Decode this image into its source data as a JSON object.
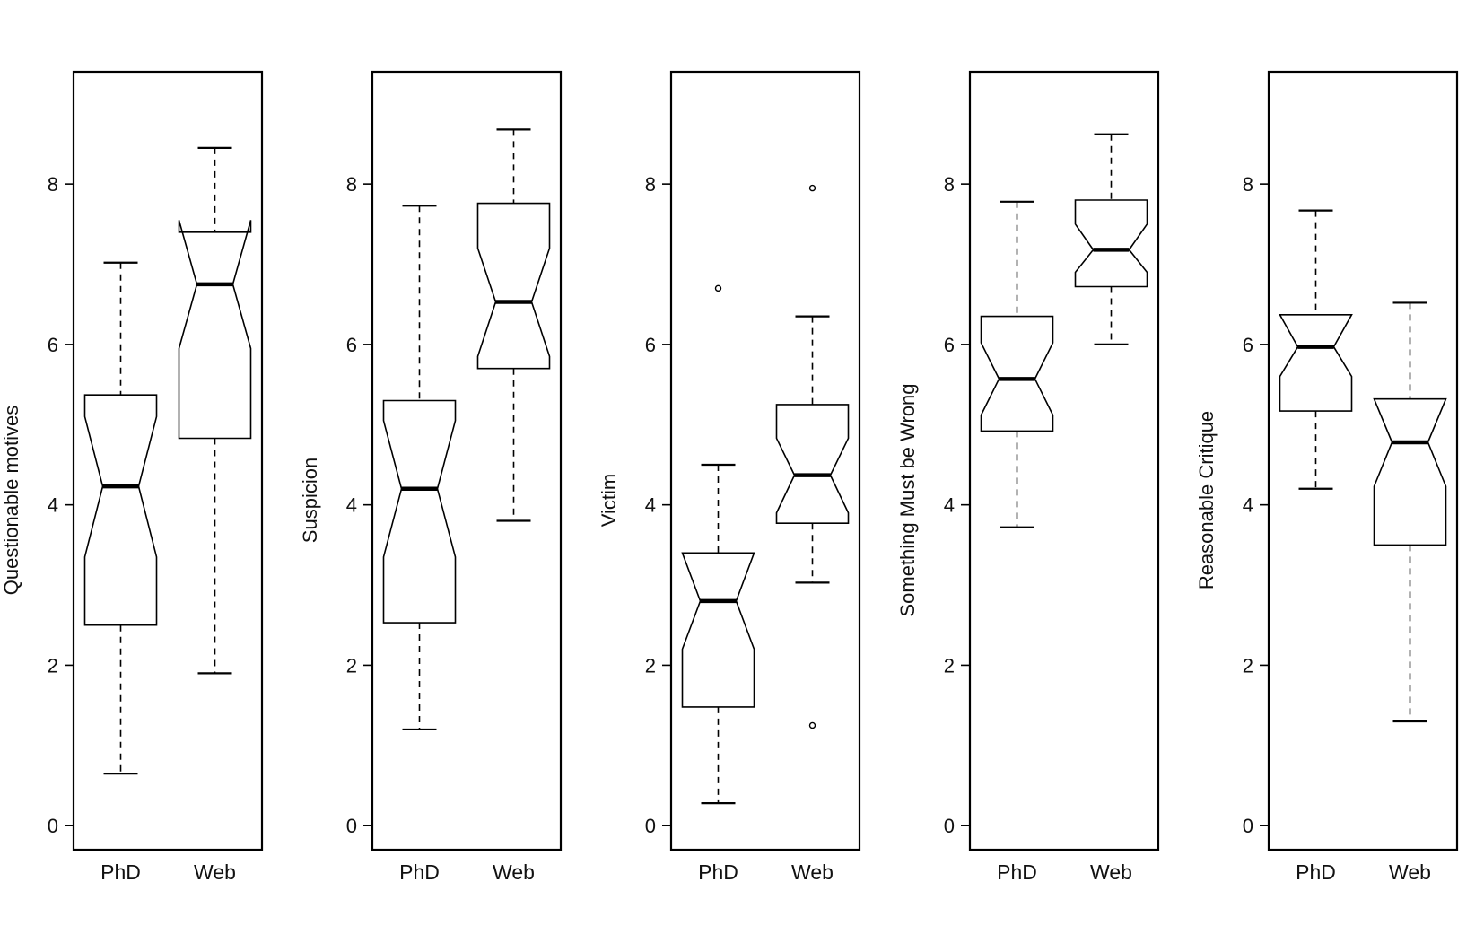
{
  "chart_data": [
    {
      "type": "boxplot",
      "ylabel": "Questionable motives",
      "categories": [
        "PhD",
        "Web"
      ],
      "ylim": [
        -0.3,
        9.4
      ],
      "yticks": [
        0,
        2,
        4,
        6,
        8
      ],
      "notched": true,
      "boxes": [
        {
          "category": "PhD",
          "whisker_low": 0.65,
          "q1": 2.5,
          "median": 4.23,
          "q3": 5.37,
          "whisker_high": 7.02,
          "notch_low": 3.35,
          "notch_high": 5.1,
          "outliers": []
        },
        {
          "category": "Web",
          "whisker_low": 1.9,
          "q1": 4.83,
          "median": 6.75,
          "q3": 7.4,
          "whisker_high": 8.45,
          "notch_low": 5.95,
          "notch_high": 7.55,
          "outliers": []
        }
      ]
    },
    {
      "type": "boxplot",
      "ylabel": "Suspicion",
      "categories": [
        "PhD",
        "Web"
      ],
      "ylim": [
        -0.3,
        9.4
      ],
      "yticks": [
        0,
        2,
        4,
        6,
        8
      ],
      "notched": true,
      "boxes": [
        {
          "category": "PhD",
          "whisker_low": 1.2,
          "q1": 2.53,
          "median": 4.2,
          "q3": 5.3,
          "whisker_high": 7.73,
          "notch_low": 3.35,
          "notch_high": 5.05,
          "outliers": []
        },
        {
          "category": "Web",
          "whisker_low": 3.8,
          "q1": 5.7,
          "median": 6.53,
          "q3": 7.76,
          "whisker_high": 8.68,
          "notch_low": 5.85,
          "notch_high": 7.2,
          "outliers": []
        }
      ]
    },
    {
      "type": "boxplot",
      "ylabel": "Victim",
      "categories": [
        "PhD",
        "Web"
      ],
      "ylim": [
        -0.3,
        9.4
      ],
      "yticks": [
        0,
        2,
        4,
        6,
        8
      ],
      "notched": true,
      "boxes": [
        {
          "category": "PhD",
          "whisker_low": 0.28,
          "q1": 1.48,
          "median": 2.8,
          "q3": 3.4,
          "whisker_high": 4.5,
          "notch_low": 2.2,
          "notch_high": 3.4,
          "outliers": [
            6.7
          ]
        },
        {
          "category": "Web",
          "whisker_low": 3.03,
          "q1": 3.77,
          "median": 4.37,
          "q3": 5.25,
          "whisker_high": 6.35,
          "notch_low": 3.9,
          "notch_high": 4.83,
          "outliers": [
            1.25,
            7.95
          ]
        }
      ]
    },
    {
      "type": "boxplot",
      "ylabel": "Something Must be Wrong",
      "categories": [
        "PhD",
        "Web"
      ],
      "ylim": [
        -0.3,
        9.4
      ],
      "yticks": [
        0,
        2,
        4,
        6,
        8
      ],
      "notched": true,
      "boxes": [
        {
          "category": "PhD",
          "whisker_low": 3.72,
          "q1": 4.92,
          "median": 5.57,
          "q3": 6.35,
          "whisker_high": 7.78,
          "notch_low": 5.12,
          "notch_high": 6.02,
          "outliers": []
        },
        {
          "category": "Web",
          "whisker_low": 6.0,
          "q1": 6.72,
          "median": 7.18,
          "q3": 7.8,
          "whisker_high": 8.62,
          "notch_low": 6.9,
          "notch_high": 7.5,
          "outliers": []
        }
      ]
    },
    {
      "type": "boxplot",
      "ylabel": "Reasonable Critique",
      "categories": [
        "PhD",
        "Web"
      ],
      "ylim": [
        -0.3,
        9.4
      ],
      "yticks": [
        0,
        2,
        4,
        6,
        8
      ],
      "notched": true,
      "boxes": [
        {
          "category": "PhD",
          "whisker_low": 4.2,
          "q1": 5.17,
          "median": 5.97,
          "q3": 6.37,
          "whisker_high": 7.67,
          "notch_low": 5.6,
          "notch_high": 6.37,
          "outliers": []
        },
        {
          "category": "Web",
          "whisker_low": 1.3,
          "q1": 3.5,
          "median": 4.78,
          "q3": 5.32,
          "whisker_high": 6.52,
          "notch_low": 4.23,
          "notch_high": 5.32,
          "outliers": []
        }
      ]
    }
  ]
}
